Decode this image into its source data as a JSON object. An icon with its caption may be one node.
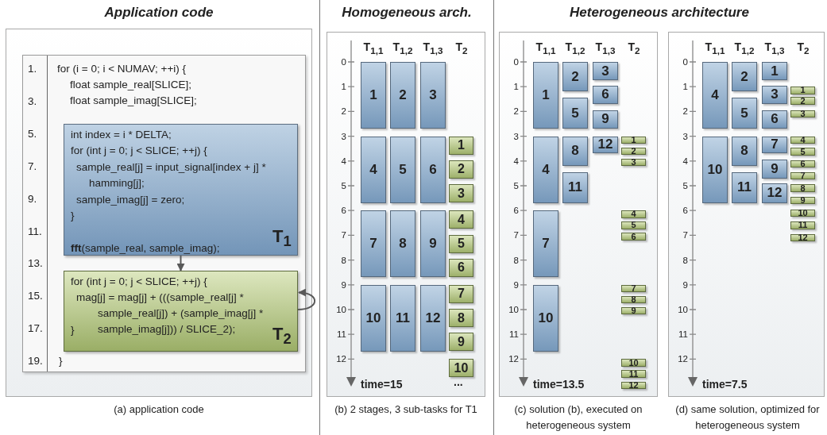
{
  "diagram": {
    "nodes": [
      {
        "text": [
          "for (i = 0; i < NUMAV; ++i) {",
          "float sample_real[SLICE];",
          "float sample_imag[SLICE];",
          "}"
        ]
      },
      {
        "text": [
          "int index = i * DELTA;",
          "for (int j = 0; j < SLICE; ++j) {",
          "sample_real[j] = input_signal[index + j] * hamming[j];",
          "sample_imag[j] = zero;",
          "}",
          "**fft**(sample_real, sample_imag);",
          "T$_{1}$"
        ],
        "in": 0
      },
      {
        "text": [
          "for (int j = 0; j < SLICE; ++j) {",
          "mag[j] = mag[j] + (((sample_real[j] * sample_real[j]) + (sample_imag[j] * sample_imag[j])) / SLICE_2);",
          "}",
          "T$_{2}$"
        ],
        "in": 0
      },
      {
        "text": [
          "1"
        ]
      },
      {
        "text": [
          "2"
        ]
      },
      {
        "text": [
          "3"
        ]
      },
      {
        "text": [
          "4"
        ]
      },
      {
        "text": [
          "5"
        ]
      },
      {
        "text": [
          "6"
        ]
      },
      {
        "text": [
          "7"
        ]
      },
      {
        "text": [
          "8"
        ]
      },
      {
        "text": [
          "9"
        ]
      },
      {
        "text": [
          "10"
        ]
      },
      {
        "text": [
          "11"
        ]
      },
      {
        "text": [
          "12"
        ]
      },
      {
        "text": [
          "1"
        ]
      },
      {
        "text": [
          "2"
        ]
      },
      {
        "text": [
          "3"
        ]
      },
      {
        "text": [
          "4"
        ]
      },
      {
        "text": [
          "5"
        ]
      },
      {
        "text": [
          "6"
        ]
      },
      {
        "text": [
          "7"
        ]
      },
      {
        "text": [
          "8"
        ]
      },
      {
        "text": [
          "9"
        ]
      },
      {
        "text": [
          "10"
        ]
      },
      {
        "text": [
          "1"
        ]
      },
      {
        "text": [
          "2"
        ]
      },
      {
        "text": [
          "3"
        ]
      },
      {
        "text": [
          "4"
        ]
      },
      {
        "text": [
          "5"
        ]
      },
      {
        "text": [
          "6"
        ]
      },
      {
        "text": [
          "7"
        ]
      },
      {
        "text": [
          "8"
        ]
      },
      {
        "text": [
          "9"
        ]
      },
      {
        "text": [
          "10"
        ]
      },
      {
        "text": [
          "11"
        ]
      },
      {
        "text": [
          "12"
        ]
      },
      {
        "text": [
          "1"
        ]
      },
      {
        "text": [
          "2"
        ]
      },
      {
        "text": [
          "3"
        ]
      },
      {
        "text": [
          "4"
        ]
      },
      {
        "text": [
          "5"
        ]
      },
      {
        "text": [
          "6"
        ]
      },
      {
        "text": [
          "7"
        ]
      },
      {
        "text": [
          "8"
        ]
      },
      {
        "text": [
          "9"
        ]
      },
      {
        "text": [
          "10"
        ]
      },
      {
        "text": [
          "11"
        ]
      },
      {
        "text": [
          "12"
        ]
      },
      {
        "text": [
          "1"
        ]
      },
      {
        "text": [
          "2"
        ]
      },
      {
        "text": [
          "3"
        ]
      },
      {
        "text": [
          "4"
        ]
      },
      {
        "text": [
          "5"
        ]
      },
      {
        "text": [
          "6"
        ]
      },
      {
        "text": [
          "7"
        ]
      },
      {
        "text": [
          "8"
        ]
      },
      {
        "text": [
          "9"
        ]
      },
      {
        "text": [
          "10"
        ]
      },
      {
        "text": [
          "11"
        ]
      },
      {
        "text": [
          "12"
        ]
      },
      {
        "text": [
          "1"
        ]
      },
      {
        "text": [
          "2"
        ]
      },
      {
        "text": [
          "3"
        ]
      },
      {
        "text": [
          "4"
        ]
      },
      {
        "text": [
          "5"
        ]
      },
      {
        "text": [
          "6"
        ]
      },
      {
        "text": [
          "7"
        ]
      },
      {
        "text": [
          "8"
        ]
      },
      {
        "text": [
          "9"
        ]
      },
      {
        "text": [
          "10"
        ]
      },
      {
        "text": [
          "11"
        ]
      },
      {
        "text": [
          "12"
        ]
      }
    ],
    "edges": [
      {
        "from": 1,
        "to": 2,
        "arrow": "to"
      },
      {
        "from": 2,
        "to": 2,
        "arrow": "to"
      }
    ],
    "labels": [
      "Application code",
      "Homogeneous arch.",
      "Heterogeneous architecture",
      "1.",
      "3.",
      "5.",
      "7.",
      "9.",
      "11.",
      "13.",
      "15.",
      "17.",
      "19.",
      "T$_{1,1}$",
      "T$_{1,2}$",
      "T$_{1,3}$",
      "T$_{2}$",
      "0",
      "1",
      "2",
      "3",
      "4",
      "5",
      "6",
      "7",
      "8",
      "9",
      "10",
      "11",
      "12",
      "time=15",
      "...",
      "T$_{1,1}$",
      "T$_{1,2}$",
      "T$_{1,3}$",
      "T$_{2}$",
      "0",
      "1",
      "2",
      "3",
      "4",
      "5",
      "6",
      "7",
      "8",
      "9",
      "10",
      "11",
      "12",
      "time=13.5",
      "T$_{1,1}$",
      "T$_{1,2}$",
      "T$_{1,3}$",
      "T$_{2}$",
      "0",
      "1",
      "2",
      "3",
      "4",
      "5",
      "6",
      "7",
      "8",
      "9",
      "10",
      "11",
      "12",
      "time=7.5",
      "(a) application code",
      "(b) 2 stages, 3 sub-tasks for T1",
      "(c) solution (b), executed on heterogeneous system",
      "(d) same solution, optimized for heterogeneous system"
    ]
  }
}
